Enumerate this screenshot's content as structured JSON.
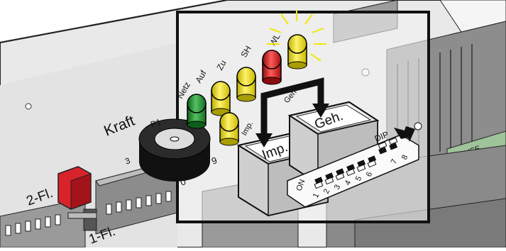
{
  "labels": {
    "kraft": "Kraft",
    "netz": "Netz",
    "auf": "Auf",
    "zu": "Zu",
    "sh": "SH",
    "wl": "WL",
    "imp_small": "Imp.",
    "geh_small": "Geh",
    "p1": "P1",
    "button_imp": "Imp.",
    "button_geh": "Geh.",
    "dip": "DIP",
    "on": "ON",
    "fuse": "FUSE",
    "jumper_2": "2-Fl.",
    "jumper_1": "1-Fl.",
    "pot_scale_3": "3",
    "pot_scale_9": "9",
    "pot_scale_0": "0",
    "dip_numbers": [
      "1",
      "2",
      "3",
      "4",
      "5",
      "6",
      "7",
      "8"
    ]
  },
  "colors": {
    "led_green": "#1f8f2c",
    "led_yellow": "#f5e600",
    "led_red": "#d81e1e",
    "jumper_red": "#d8232a",
    "board": "#ebebeb",
    "chip": "#7a7a7a",
    "fuse_green": "#9fc39a"
  },
  "icons": [
    "arrow-icon",
    "flash-icon"
  ]
}
